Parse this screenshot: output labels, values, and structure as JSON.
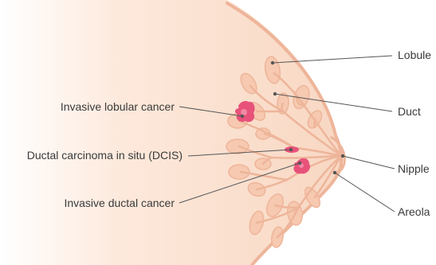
{
  "title": "",
  "labels": {
    "lobule": "Lobule",
    "duct": "Duct",
    "nipple": "Nipple",
    "areola": "Areola",
    "invasive_lobular": "Invasive lobular cancer",
    "dcis": "Ductal carcinoma in situ (DCIS)",
    "invasive_ductal": "Invasive ductal cancer"
  },
  "colors": {
    "skin_fill": "#f9ddc7",
    "outline": "#eeb59a",
    "lobule_fill": "#f6c9b0",
    "tumor": "#e8527a",
    "tumor_light": "#f08aa6",
    "leader": "#555555",
    "text": "#3a3a3a"
  }
}
